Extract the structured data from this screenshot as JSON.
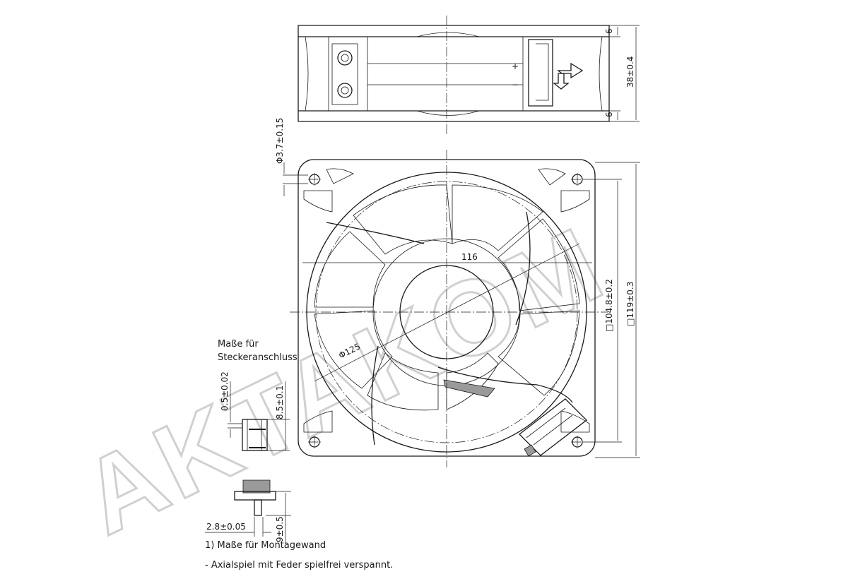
{
  "dimensions": {
    "top_flange": "6",
    "overall_depth": "38±0.4",
    "bottom_flange": "6",
    "hole_diameter": "Φ3.7±0.15",
    "center_width": "116",
    "outer_diameter": "Φ125",
    "hole_spacing": "□104.8±0.2",
    "frame_size": "□119±0.3",
    "pin_thickness": "0.5±0.02",
    "connector_height": "8.5±0.1",
    "pin_width": "2.8±0.05",
    "pin_length": "9±0.5"
  },
  "labels": {
    "connector_title_1": "Maße für",
    "connector_title_2": "Steckeranschluss",
    "plus_sign": "+",
    "minus_sign": "−"
  },
  "notes": {
    "note_1": "1) Maße für Montagewand",
    "note_2": "- Axialspiel mit Feder spielfrei verspannt."
  },
  "watermark": {
    "text": "AKTAKOM"
  }
}
